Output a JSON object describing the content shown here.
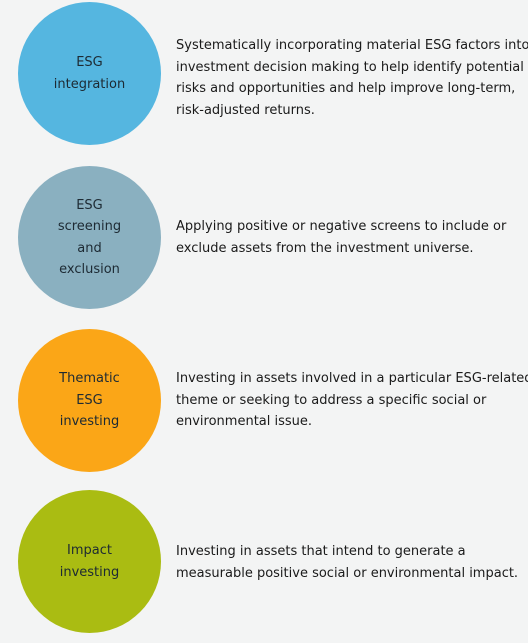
{
  "strategies": [
    {
      "circle_lines": [
        "ESG",
        "integration"
      ],
      "circle_color": "#55b6e0",
      "description_lines": [
        "Systematically incorporating material ESG factors into",
        "investment decision making to help identify potential",
        "risks and opportunities and help improve long-term,",
        "risk-adjusted returns."
      ]
    },
    {
      "circle_lines": [
        "ESG",
        "screening",
        "and",
        "exclusion"
      ],
      "circle_color": "#8ab0c0",
      "description_lines": [
        "Applying positive or negative screens to include or",
        "exclude assets from the investment universe."
      ]
    },
    {
      "circle_lines": [
        "Thematic",
        "ESG",
        "investing"
      ],
      "circle_color": "#fba617",
      "description_lines": [
        "Investing in assets involved in a particular ESG-related",
        "theme or seeking to address a specific social or",
        "environmental issue."
      ]
    },
    {
      "circle_lines": [
        "Impact",
        "investing"
      ],
      "circle_color": "#aabc12",
      "description_lines": [
        "Investing in assets that intend to generate a",
        "measurable positive social or environmental impact."
      ]
    }
  ]
}
